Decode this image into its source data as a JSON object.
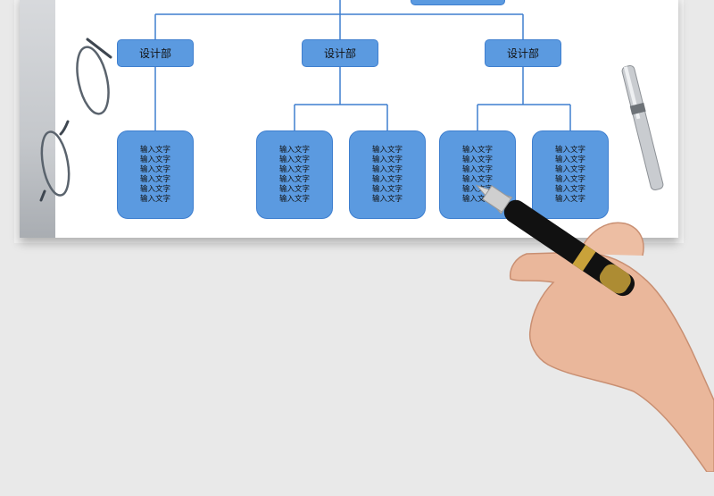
{
  "chart": {
    "departments": [
      {
        "label": "设计部",
        "items": [
          [
            "输入文字",
            "输入文字",
            "输入文字",
            "输入文字",
            "输入文字",
            "输入文字"
          ]
        ]
      },
      {
        "label": "设计部",
        "items": [
          [
            "输入文字",
            "输入文字",
            "输入文字",
            "输入文字",
            "输入文字",
            "输入文字"
          ],
          [
            "输入文字",
            "输入文字",
            "输入文字",
            "输入文字",
            "输入文字",
            "输入文字"
          ]
        ]
      },
      {
        "label": "设计部",
        "items": [
          [
            "输入文字",
            "输入文字",
            "输入文字",
            "输入文字",
            "输入文字",
            "输入文字"
          ],
          [
            "输入文字",
            "输入文字",
            "输入文字",
            "输入文字",
            "输入文字",
            "输入文字"
          ]
        ]
      }
    ]
  },
  "colors": {
    "box_fill": "#5b9ae0",
    "box_border": "#3f7fcf",
    "connector": "#3f7fcf"
  },
  "decorations": [
    "glasses-icon",
    "pen-icon",
    "hand-holding-pen-icon"
  ]
}
